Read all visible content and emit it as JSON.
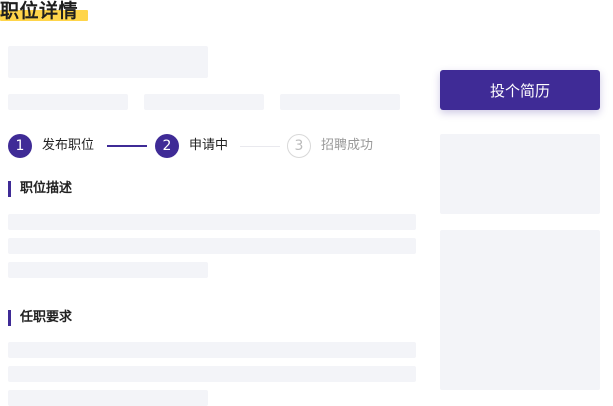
{
  "page": {
    "title": "职位详情"
  },
  "steps": [
    {
      "number": "1",
      "label": "发布职位",
      "state": "done"
    },
    {
      "number": "2",
      "label": "申请中",
      "state": "active"
    },
    {
      "number": "3",
      "label": "招聘成功",
      "state": "pending"
    }
  ],
  "sections": {
    "description_title": "职位描述",
    "requirements_title": "任职要求"
  },
  "actions": {
    "apply_label": "投个简历"
  },
  "colors": {
    "accent": "#3f2b96",
    "highlight": "#ffd54a",
    "skeleton": "#f3f4f8"
  }
}
